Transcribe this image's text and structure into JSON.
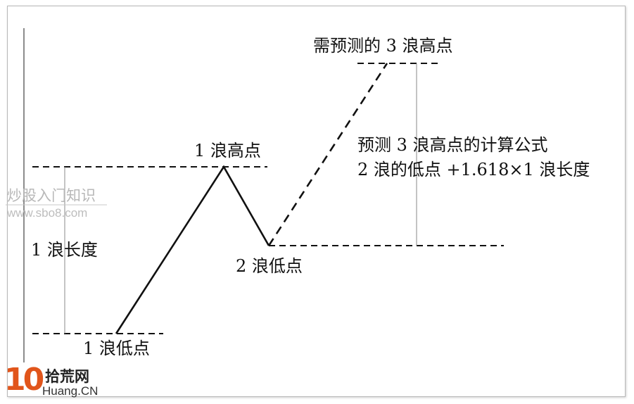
{
  "labels": {
    "wave1_high": "1 浪高点",
    "wave1_low": "1 浪低点",
    "wave2_low": "2 浪低点",
    "wave1_length": "1 浪长度",
    "predicted_wave3_high": "需预测的 3 浪高点",
    "formula_title": "预测 3 浪高点的计算公式",
    "formula": "2 浪的低点 +1.618×1 浪长度"
  },
  "watermark": {
    "site_name": "炒股入门知识",
    "site_url": "www.sbo8.com"
  },
  "logo": {
    "number": "10",
    "name_cn": "拾荒网",
    "name_en": "Huang.CN",
    "color": "#e1551b"
  },
  "colors": {
    "line": "#111111",
    "thin_line": "#8a8a8a",
    "frame": "#b9b9b9"
  }
}
